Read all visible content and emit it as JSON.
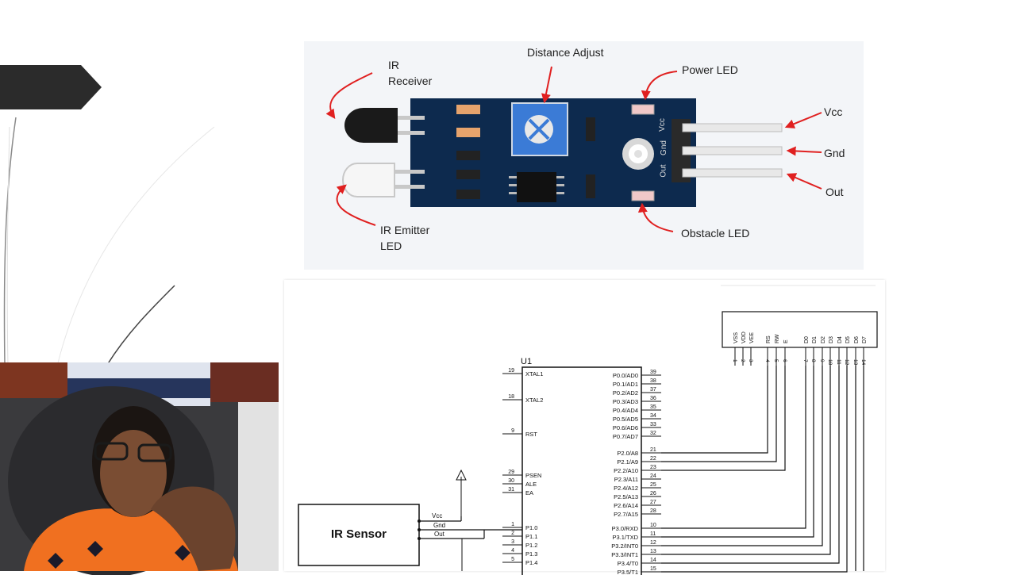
{
  "slide": {
    "callouts": {
      "ir_receiver": "IR\nReceiver",
      "distance_adjust": "Distance Adjust",
      "power_led": "Power LED",
      "vcc": "Vcc",
      "gnd": "Gnd",
      "out": "Out",
      "ir_emitter": "IR Emitter\nLED",
      "obstacle_led": "Obstacle LED"
    },
    "board_pin_labels": [
      "Vcc",
      "Gnd",
      "Out"
    ]
  },
  "schematic": {
    "u1_label": "U1",
    "ir_sensor_label": "IR Sensor",
    "sensor_pins": [
      "Vcc",
      "Gnd",
      "Out"
    ],
    "left_pins": [
      {
        "num": "19",
        "name": "XTAL1"
      },
      {
        "num": "18",
        "name": "XTAL2"
      },
      {
        "num": "9",
        "name": "RST"
      },
      {
        "num": "29",
        "name": "PSEN"
      },
      {
        "num": "30",
        "name": "ALE"
      },
      {
        "num": "31",
        "name": "EA"
      },
      {
        "num": "1",
        "name": "P1.0"
      },
      {
        "num": "2",
        "name": "P1.1"
      },
      {
        "num": "3",
        "name": "P1.2"
      },
      {
        "num": "4",
        "name": "P1.3"
      },
      {
        "num": "5",
        "name": "P1.4"
      }
    ],
    "right_pins": [
      {
        "num": "39",
        "name": "P0.0/AD0"
      },
      {
        "num": "38",
        "name": "P0.1/AD1"
      },
      {
        "num": "37",
        "name": "P0.2/AD2"
      },
      {
        "num": "36",
        "name": "P0.3/AD3"
      },
      {
        "num": "35",
        "name": "P0.4/AD4"
      },
      {
        "num": "34",
        "name": "P0.5/AD5"
      },
      {
        "num": "33",
        "name": "P0.6/AD6"
      },
      {
        "num": "32",
        "name": "P0.7/AD7"
      },
      {
        "num": "21",
        "name": "P2.0/A8"
      },
      {
        "num": "22",
        "name": "P2.1/A9"
      },
      {
        "num": "23",
        "name": "P2.2/A10"
      },
      {
        "num": "24",
        "name": "P2.3/A11"
      },
      {
        "num": "25",
        "name": "P2.4/A12"
      },
      {
        "num": "26",
        "name": "P2.5/A13"
      },
      {
        "num": "27",
        "name": "P2.6/A14"
      },
      {
        "num": "28",
        "name": "P2.7/A15"
      },
      {
        "num": "10",
        "name": "P3.0/RXD"
      },
      {
        "num": "11",
        "name": "P3.1/TXD"
      },
      {
        "num": "12",
        "name": "P3.2/INT0"
      },
      {
        "num": "13",
        "name": "P3.3/INT1"
      },
      {
        "num": "14",
        "name": "P3.4/T0"
      },
      {
        "num": "15",
        "name": "P3.5/T1"
      }
    ],
    "lcd_pins": [
      {
        "num": "1",
        "name": "VSS"
      },
      {
        "num": "2",
        "name": "VDD"
      },
      {
        "num": "3",
        "name": "VEE"
      },
      {
        "num": "4",
        "name": "RS"
      },
      {
        "num": "5",
        "name": "RW"
      },
      {
        "num": "6",
        "name": "E"
      },
      {
        "num": "7",
        "name": "D0"
      },
      {
        "num": "8",
        "name": "D1"
      },
      {
        "num": "9",
        "name": "D2"
      },
      {
        "num": "10",
        "name": "D3"
      },
      {
        "num": "11",
        "name": "D4"
      },
      {
        "num": "12",
        "name": "D5"
      },
      {
        "num": "13",
        "name": "D6"
      },
      {
        "num": "14",
        "name": "D7"
      }
    ]
  },
  "colors": {
    "board": "#0d2a4e",
    "arrow": "#e02020",
    "pot": "#3b7bd6",
    "slide_tab": "#2b2b2b"
  },
  "icons": {
    "presenter": "webcam-presenter-image",
    "pot": "potentiometer-icon",
    "power": "power-led-icon"
  }
}
